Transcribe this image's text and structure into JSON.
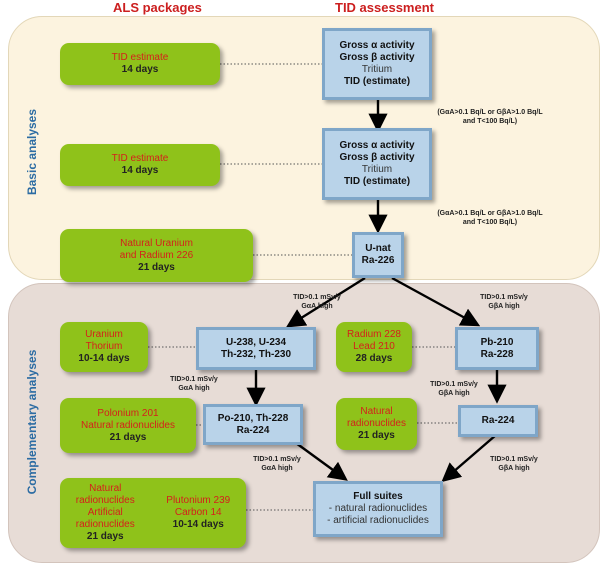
{
  "headers": {
    "als": "ALS packages",
    "tid": "TID assessment"
  },
  "sections": {
    "basic": "Basic analyses",
    "complementary": "Complementary analyses"
  },
  "packages": {
    "p1": {
      "red": "TID estimate",
      "black": "14 days"
    },
    "p2": {
      "red": "TID estimate",
      "black": "14 days"
    },
    "p3": {
      "red1": "Natural Uranium",
      "red2": "and Radium 226",
      "black": "21 days"
    },
    "p4": {
      "red1": "Uranium",
      "red2": "Thorium",
      "black": "10-14 days"
    },
    "p5": {
      "red1": "Radium 228",
      "red2": "Lead 210",
      "black": "28 days"
    },
    "p6": {
      "red1": "Polonium 201",
      "red2": "Natural radionuclides",
      "black": "21 days"
    },
    "p7": {
      "red1": "Natural",
      "red2": "radionuclides",
      "black": "21 days"
    },
    "p8": {
      "red1": "Natural",
      "red2": "radionuclides",
      "red3": "Artificial",
      "red4": "radionuclides",
      "black": "21 days"
    },
    "p9": {
      "red1": "Plutonium 239",
      "red2": "Carbon 14",
      "black": "10-14 days"
    }
  },
  "tid_boxes": {
    "t1": {
      "l1": "Gross α activity",
      "l2": "Gross β activity",
      "l3": "Tritium",
      "l4": "TID (estimate)"
    },
    "t2": {
      "l1": "Gross α activity",
      "l2": "Gross β activity",
      "l3": "Tritium",
      "l4": "TID (estimate)"
    },
    "t3": {
      "l1": "U-nat",
      "l2": "Ra-226"
    },
    "t4": {
      "l1": "U-238, U-234",
      "l2": "Th-232, Th-230"
    },
    "t5": {
      "l1": "Pb-210",
      "l2": "Ra-228"
    },
    "t6": {
      "l1": "Po-210, Th-228",
      "l2": "Ra-224"
    },
    "t7": {
      "l1": "Ra-224"
    },
    "t8": {
      "l1": "Full suites",
      "l2": "- natural radionuclides",
      "l3": "- artificial radionuclides"
    }
  },
  "conditions": {
    "c1": {
      "l1": "(GαA>0.1 Bq/L or GβA>1.0 Bq/L",
      "l2": "and T<100 Bq/L)"
    },
    "c2": {
      "l1": "(GαA>0.1 Bq/L or GβA>1.0 Bq/L",
      "l2": "and T<100 Bq/L)"
    },
    "c3": {
      "l1": "TID>0.1 mSv/y",
      "l2": "GαA high"
    },
    "c4": {
      "l1": "TID>0.1 mSv/y",
      "l2": "GβA high"
    },
    "c5": {
      "l1": "TID>0.1 mSv/y",
      "l2": "GαA high"
    },
    "c6": {
      "l1": "TID>0.1 mSv/y",
      "l2": "GβA high"
    },
    "c7": {
      "l1": "TID>0.1 mSv/y",
      "l2": "GαA high"
    },
    "c8": {
      "l1": "TID>0.1 mSv/y",
      "l2": "GβA high"
    }
  }
}
